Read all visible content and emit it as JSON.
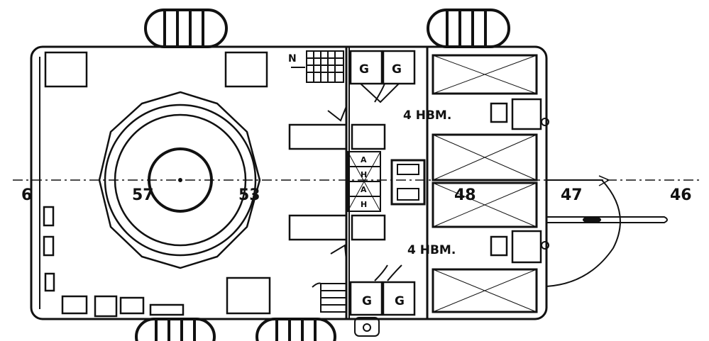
{
  "labels": {
    "gridline_left": "6",
    "grid_57": "57",
    "grid_53": "53",
    "grid_48": "48",
    "grid_47": "47",
    "grid_46": "46",
    "room_upper": "4 HBM.",
    "room_lower": "4 HBM.",
    "n_mark": "N",
    "g_label": "G",
    "a_label": "A",
    "h_label": "H"
  },
  "colors": {
    "ink": "#111111",
    "paper": "#ffffff"
  },
  "icons": [
    "stair-icon",
    "door-swing-icon",
    "bunk-icon",
    "shaft-icon"
  ]
}
